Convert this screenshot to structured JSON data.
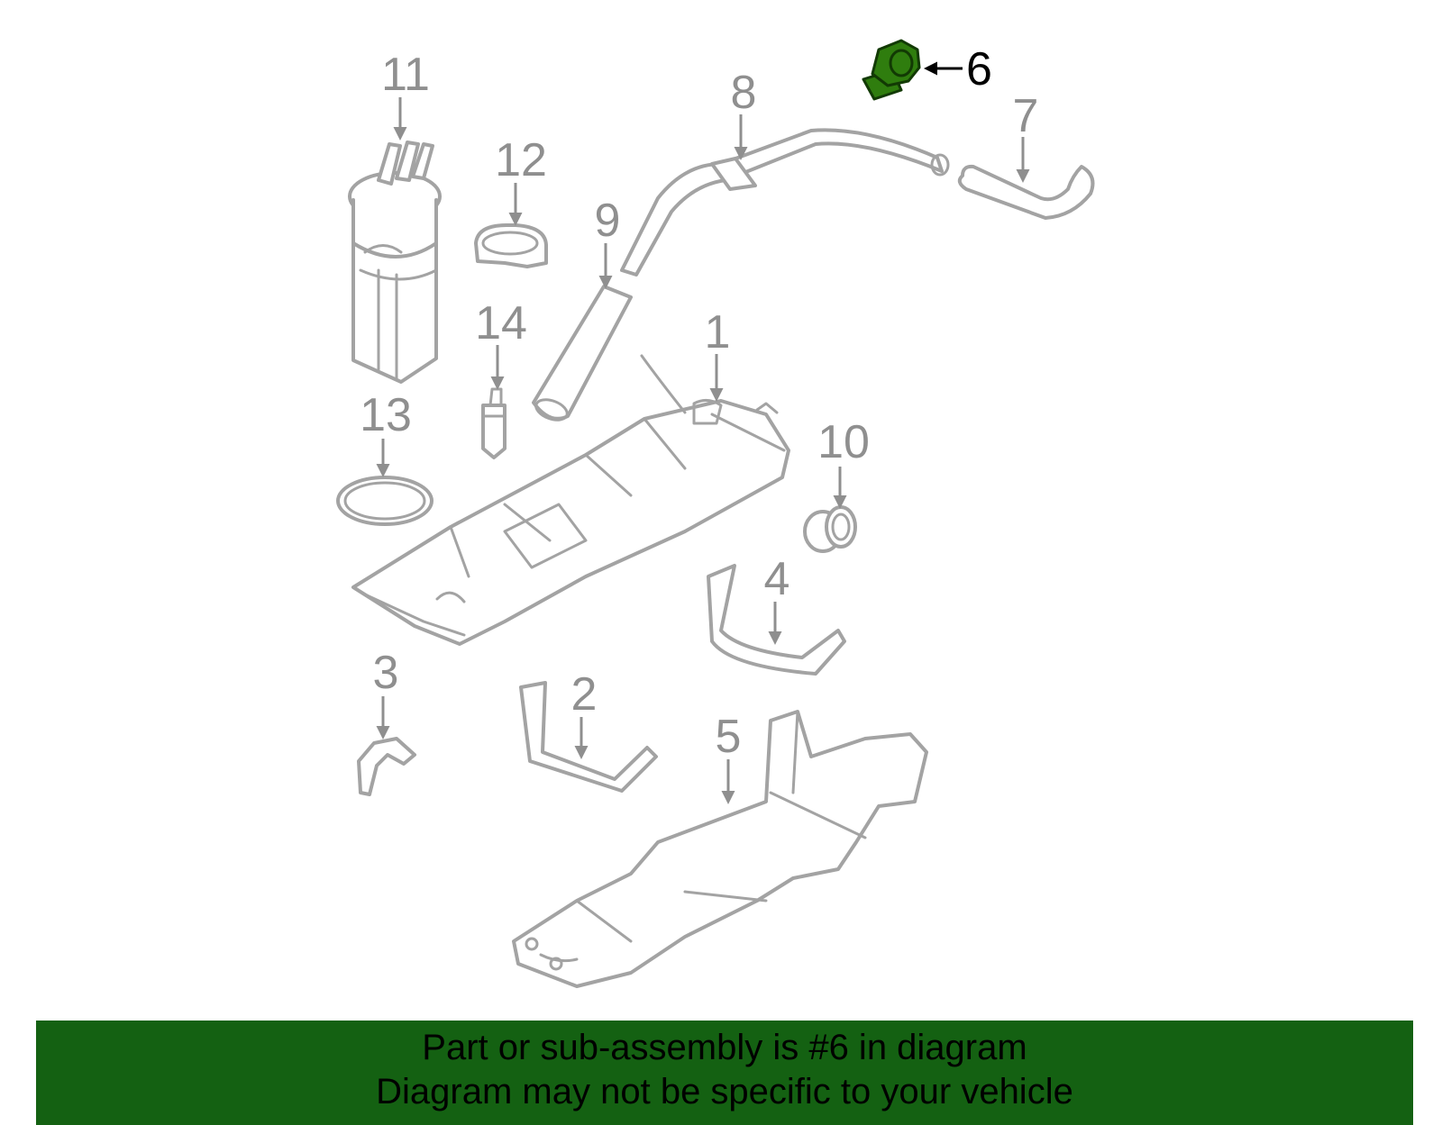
{
  "callouts": {
    "c1": "1",
    "c2": "2",
    "c3": "3",
    "c4": "4",
    "c5": "5",
    "c6": "6",
    "c7": "7",
    "c8": "8",
    "c9": "9",
    "c10": "10",
    "c11": "11",
    "c12": "12",
    "c13": "13",
    "c14": "14"
  },
  "highlighted_part": "6",
  "colors": {
    "banner": "#146112",
    "highlight_part": "#2f7d0e",
    "part_outline": "#a3a3a3"
  },
  "banner": {
    "line1": "Part or sub-assembly is #6 in diagram",
    "line2": "Diagram may not be specific to your vehicle"
  }
}
